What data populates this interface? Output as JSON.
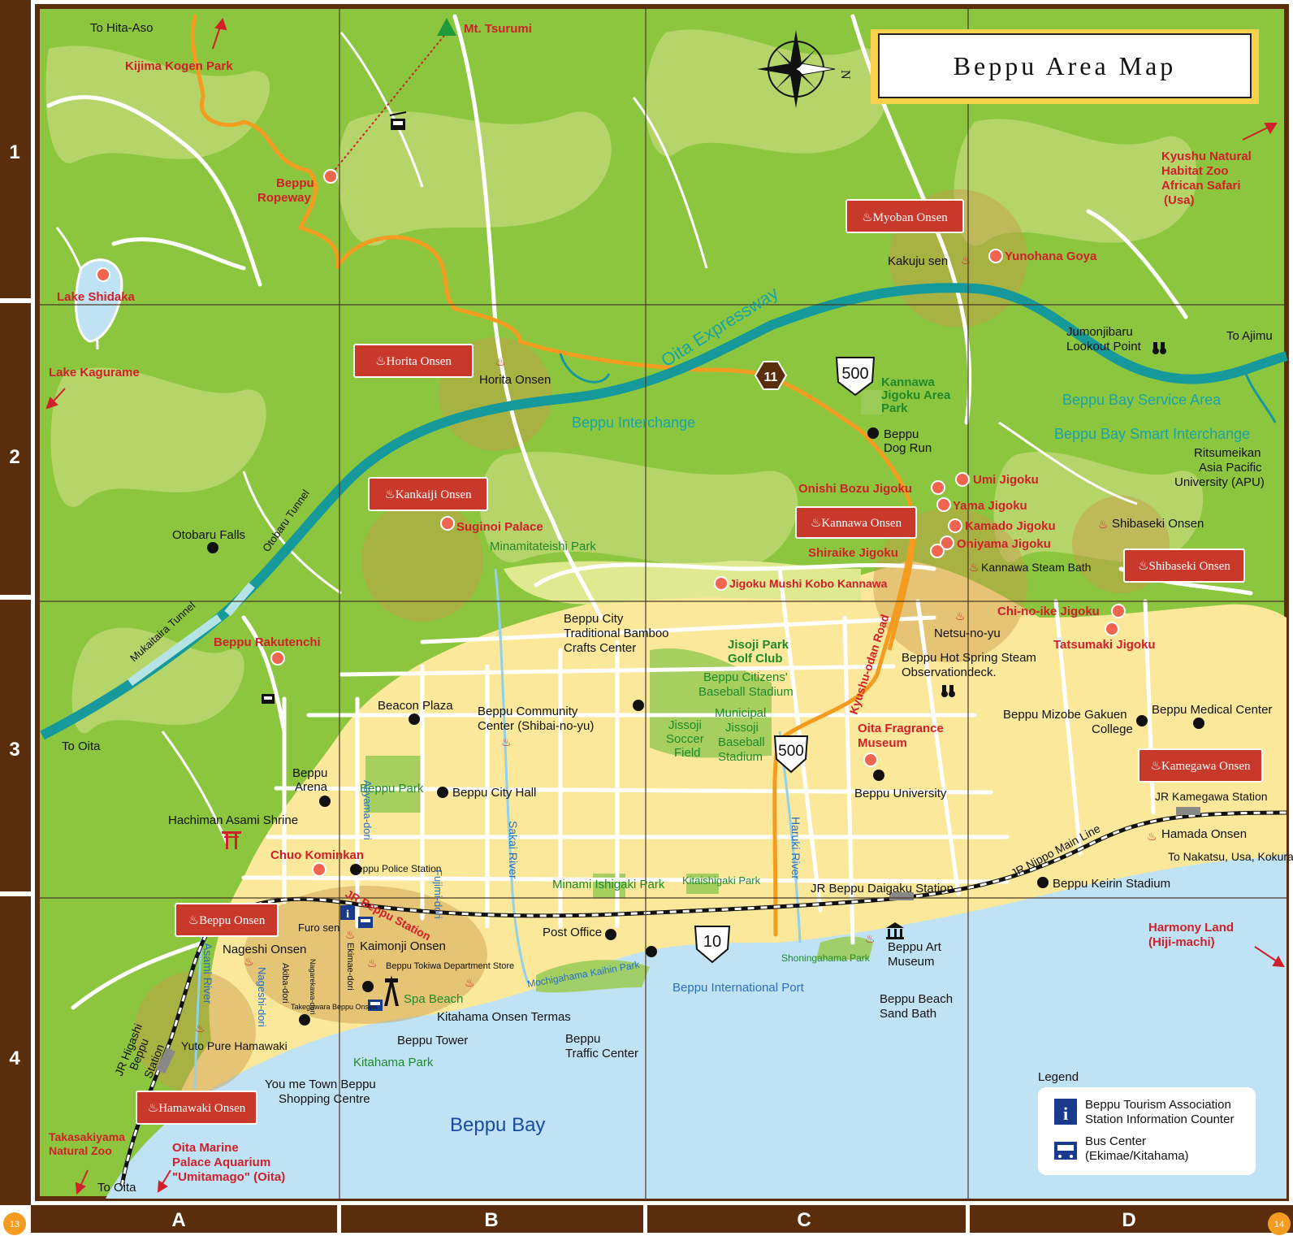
{
  "title": "Beppu Area Map",
  "grid": {
    "rows": [
      "1",
      "2",
      "3",
      "4"
    ],
    "cols": [
      "A",
      "B",
      "C",
      "D"
    ],
    "page_left": "13",
    "page_right": "14"
  },
  "colors": {
    "frame": "#5a2d0c",
    "mountain": "#8cc63f",
    "mountain_light": "#b5d56a",
    "town": "#fbe89a",
    "sea": "#bfe3f5",
    "expressway": "#16999a",
    "route": "#f39c1f",
    "onsen_badge": "#c8392b",
    "spot_red": "#d0202a"
  },
  "onsen_badges": [
    {
      "id": "myoban",
      "label": "♨Myoban Onsen"
    },
    {
      "id": "horita",
      "label": "♨Horita Onsen"
    },
    {
      "id": "kankaiji",
      "label": "♨Kankaiji Onsen"
    },
    {
      "id": "kannawa",
      "label": "♨Kannawa Onsen"
    },
    {
      "id": "shibaseki",
      "label": "♨Shibaseki Onsen"
    },
    {
      "id": "kamegawa",
      "label": "♨Kamegawa Onsen"
    },
    {
      "id": "beppu",
      "label": "♨Beppu Onsen"
    },
    {
      "id": "hamawaki",
      "label": "♨Hamawaki Onsen"
    }
  ],
  "labels": {
    "to_hita_aso": "To Hita-Aso",
    "kijima": "Kijima Kogen Park",
    "mt_tsurumi": "Mt. Tsurumi",
    "ropeway_1": "Beppu",
    "ropeway_2": "Ropeway",
    "lake_shidaka": "Lake Shidaka",
    "lake_kagurame": "Lake Kagurame",
    "kyushu_zoo_1": "Kyushu Natural",
    "kyushu_zoo_2": "Habitat Zoo",
    "kyushu_zoo_3": "African Safari",
    "kyushu_zoo_4": "(Usa)",
    "kakuju": "Kakuju sen",
    "yunohana": "Yunohana Goya",
    "jumonjibaru_1": "Jumonjibaru",
    "jumonjibaru_2": "Lookout Point",
    "to_ajimu": "To Ajimu",
    "oita_expressway": "Oita Expressway",
    "horita_onsen": "Horita Onsen",
    "route_11": "11",
    "route_500": "500",
    "route_10": "10",
    "kannawa_park_1": "Kannawa",
    "kannawa_park_2": "Jigoku Area",
    "kannawa_park_3": "Park",
    "beppu_interchange": "Beppu Interchange",
    "service_area": "Beppu Bay Service Area",
    "smart_ic": "Beppu Bay Smart Interchange",
    "dog_run_1": "Beppu",
    "dog_run_2": "Dog Run",
    "apu_1": "Ritsumeikan",
    "apu_2": "Asia Pacific",
    "apu_3": "University (APU)",
    "onishi": "Onishi Bozu Jigoku",
    "umi": "Umi Jigoku",
    "yama": "Yama Jigoku",
    "kamado": "Kamado Jigoku",
    "oniyama": "Oniyama Jigoku",
    "shiraike": "Shiraike Jigoku",
    "shibaseki_onsen": "Shibaseki Onsen",
    "kannawa_steam": "Kannawa Steam Bath",
    "mushi_kobo": "Jigoku Mushi Kobo Kannawa",
    "otobaru_falls": "Otobaru Falls",
    "otobaru_tunnel": "Otobaru Tunnel",
    "mukaitaira_tunnel": "Mukaitaira Tunnel",
    "suginoi": "Suginoi Palace",
    "minamitateishi": "Minamitateishi Park",
    "chinoike": "Chi-no-ike Jigoku",
    "netsu": "Netsu-no-yu",
    "tatsumaki": "Tatsumaki Jigoku",
    "rakutenchi": "Beppu Rakutenchi",
    "bamboo_1": "Beppu City",
    "bamboo_2": "Traditional Bamboo",
    "bamboo_3": "Crafts Center",
    "jisoji_1": "Jisoji Park",
    "jisoji_2": "Golf Club",
    "steam_obs_1": "Beppu Hot Spring Steam",
    "steam_obs_2": "Observationdeck.",
    "citizens_1": "Beppu Citizens'",
    "citizens_2": "Baseball Stadium",
    "beacon": "Beacon Plaza",
    "community_1": "Beppu Community",
    "community_2": "Center (Shibai-no-yu)",
    "kyushu_odan": "Kyushu-odan Road",
    "mizobe_1": "Beppu Mizobe Gakuen",
    "mizobe_2": "College",
    "medical": "Beppu Medical Center",
    "municipal_1": "Municipal",
    "municipal_2": "Jissoji",
    "municipal_3": "Baseball",
    "municipal_4": "Stadium",
    "soccer_1": "Jissoji",
    "soccer_2": "Soccer",
    "soccer_3": "Field",
    "fragrance_1": "Oita Fragrance",
    "fragrance_2": "Museum",
    "to_oita_w": "To Oita",
    "arena_1": "Beppu",
    "arena_2": "Arena",
    "beppu_park": "Beppu Park",
    "city_hall": "Beppu City Hall",
    "university": "Beppu University",
    "kamegawa_st": "JR Kamegawa Station",
    "hachiman": "Hachiman Asami Shrine",
    "aoyama": "Aoyama-dori",
    "sakai": "Sakai River",
    "haruki": "Haruki River",
    "hamada": "Hamada Onsen",
    "nakatsu": "To Nakatsu, Usa, Kokura",
    "chuo": "Chuo Kominkan",
    "police": "Beppu Police Station",
    "fujimi": "Fujimi-dori",
    "nippo": "JR Nippo Main Line",
    "minami_ishigaki": "Minami Ishigaki Park",
    "kita_ishigaki": "Kitaishigaki Park",
    "daigaku_st": "JR Beppu Daigaku Station",
    "keirin": "Beppu Keirin Stadium",
    "jr_beppu": "JR Beppu Station",
    "furo": "Furo sen",
    "nageshi": "Nageshi Onsen",
    "kaimonji": "Kaimonji Onsen",
    "post": "Post Office",
    "art_1": "Beppu Art",
    "art_2": "Museum",
    "harmony_1": "Harmony Land",
    "harmony_2": "(Hiji-machi)",
    "asami_river": "Asami River",
    "nageshi_dori": "Nageshi-dori",
    "akiba": "Akiba-dori",
    "nagarekawa": "Nagarekawa-dori",
    "ekimae": "Ekimae-dori",
    "tokiwa": "Beppu Tokiwa Department Store",
    "kaihin": "Mochigahama Kaihin Park",
    "shoningahama": "Shoningahama Park",
    "intl_port": "Beppu International Port",
    "takegawara": "Takegawara Beppu Onsen",
    "spa_beach": "Spa Beach",
    "termas": "Kitahama Onsen Termas",
    "sand_1": "Beppu Beach",
    "sand_2": "Sand Bath",
    "yuto": "Yuto Pure Hamawaki",
    "tower": "Beppu Tower",
    "traffic_1": "Beppu",
    "traffic_2": "Traffic Center",
    "kitahama_park": "Kitahama Park",
    "higashi_1": "JR Higashi",
    "higashi_2": "Beppu",
    "higashi_3": "Station",
    "youme_1": "You me Town Beppu",
    "youme_2": "Shopping Centre",
    "beppu_bay": "Beppu Bay",
    "takasaki_1": "Takasakiyama",
    "takasaki_2": "Natural Zoo",
    "aquarium_1": "Oita Marine",
    "aquarium_2": "Palace Aquarium",
    "aquarium_3": "\"Umitamago\" (Oita)",
    "to_oita_s": "To Oita",
    "compass_n": "N"
  },
  "legend": {
    "title": "Legend",
    "items": [
      {
        "icon": "info-icon",
        "line1": "Beppu Tourism Association",
        "line2": "Station Information Counter"
      },
      {
        "icon": "bus-icon",
        "line1": "Bus Center",
        "line2": "(Ekimae/Kitahama)"
      }
    ]
  }
}
